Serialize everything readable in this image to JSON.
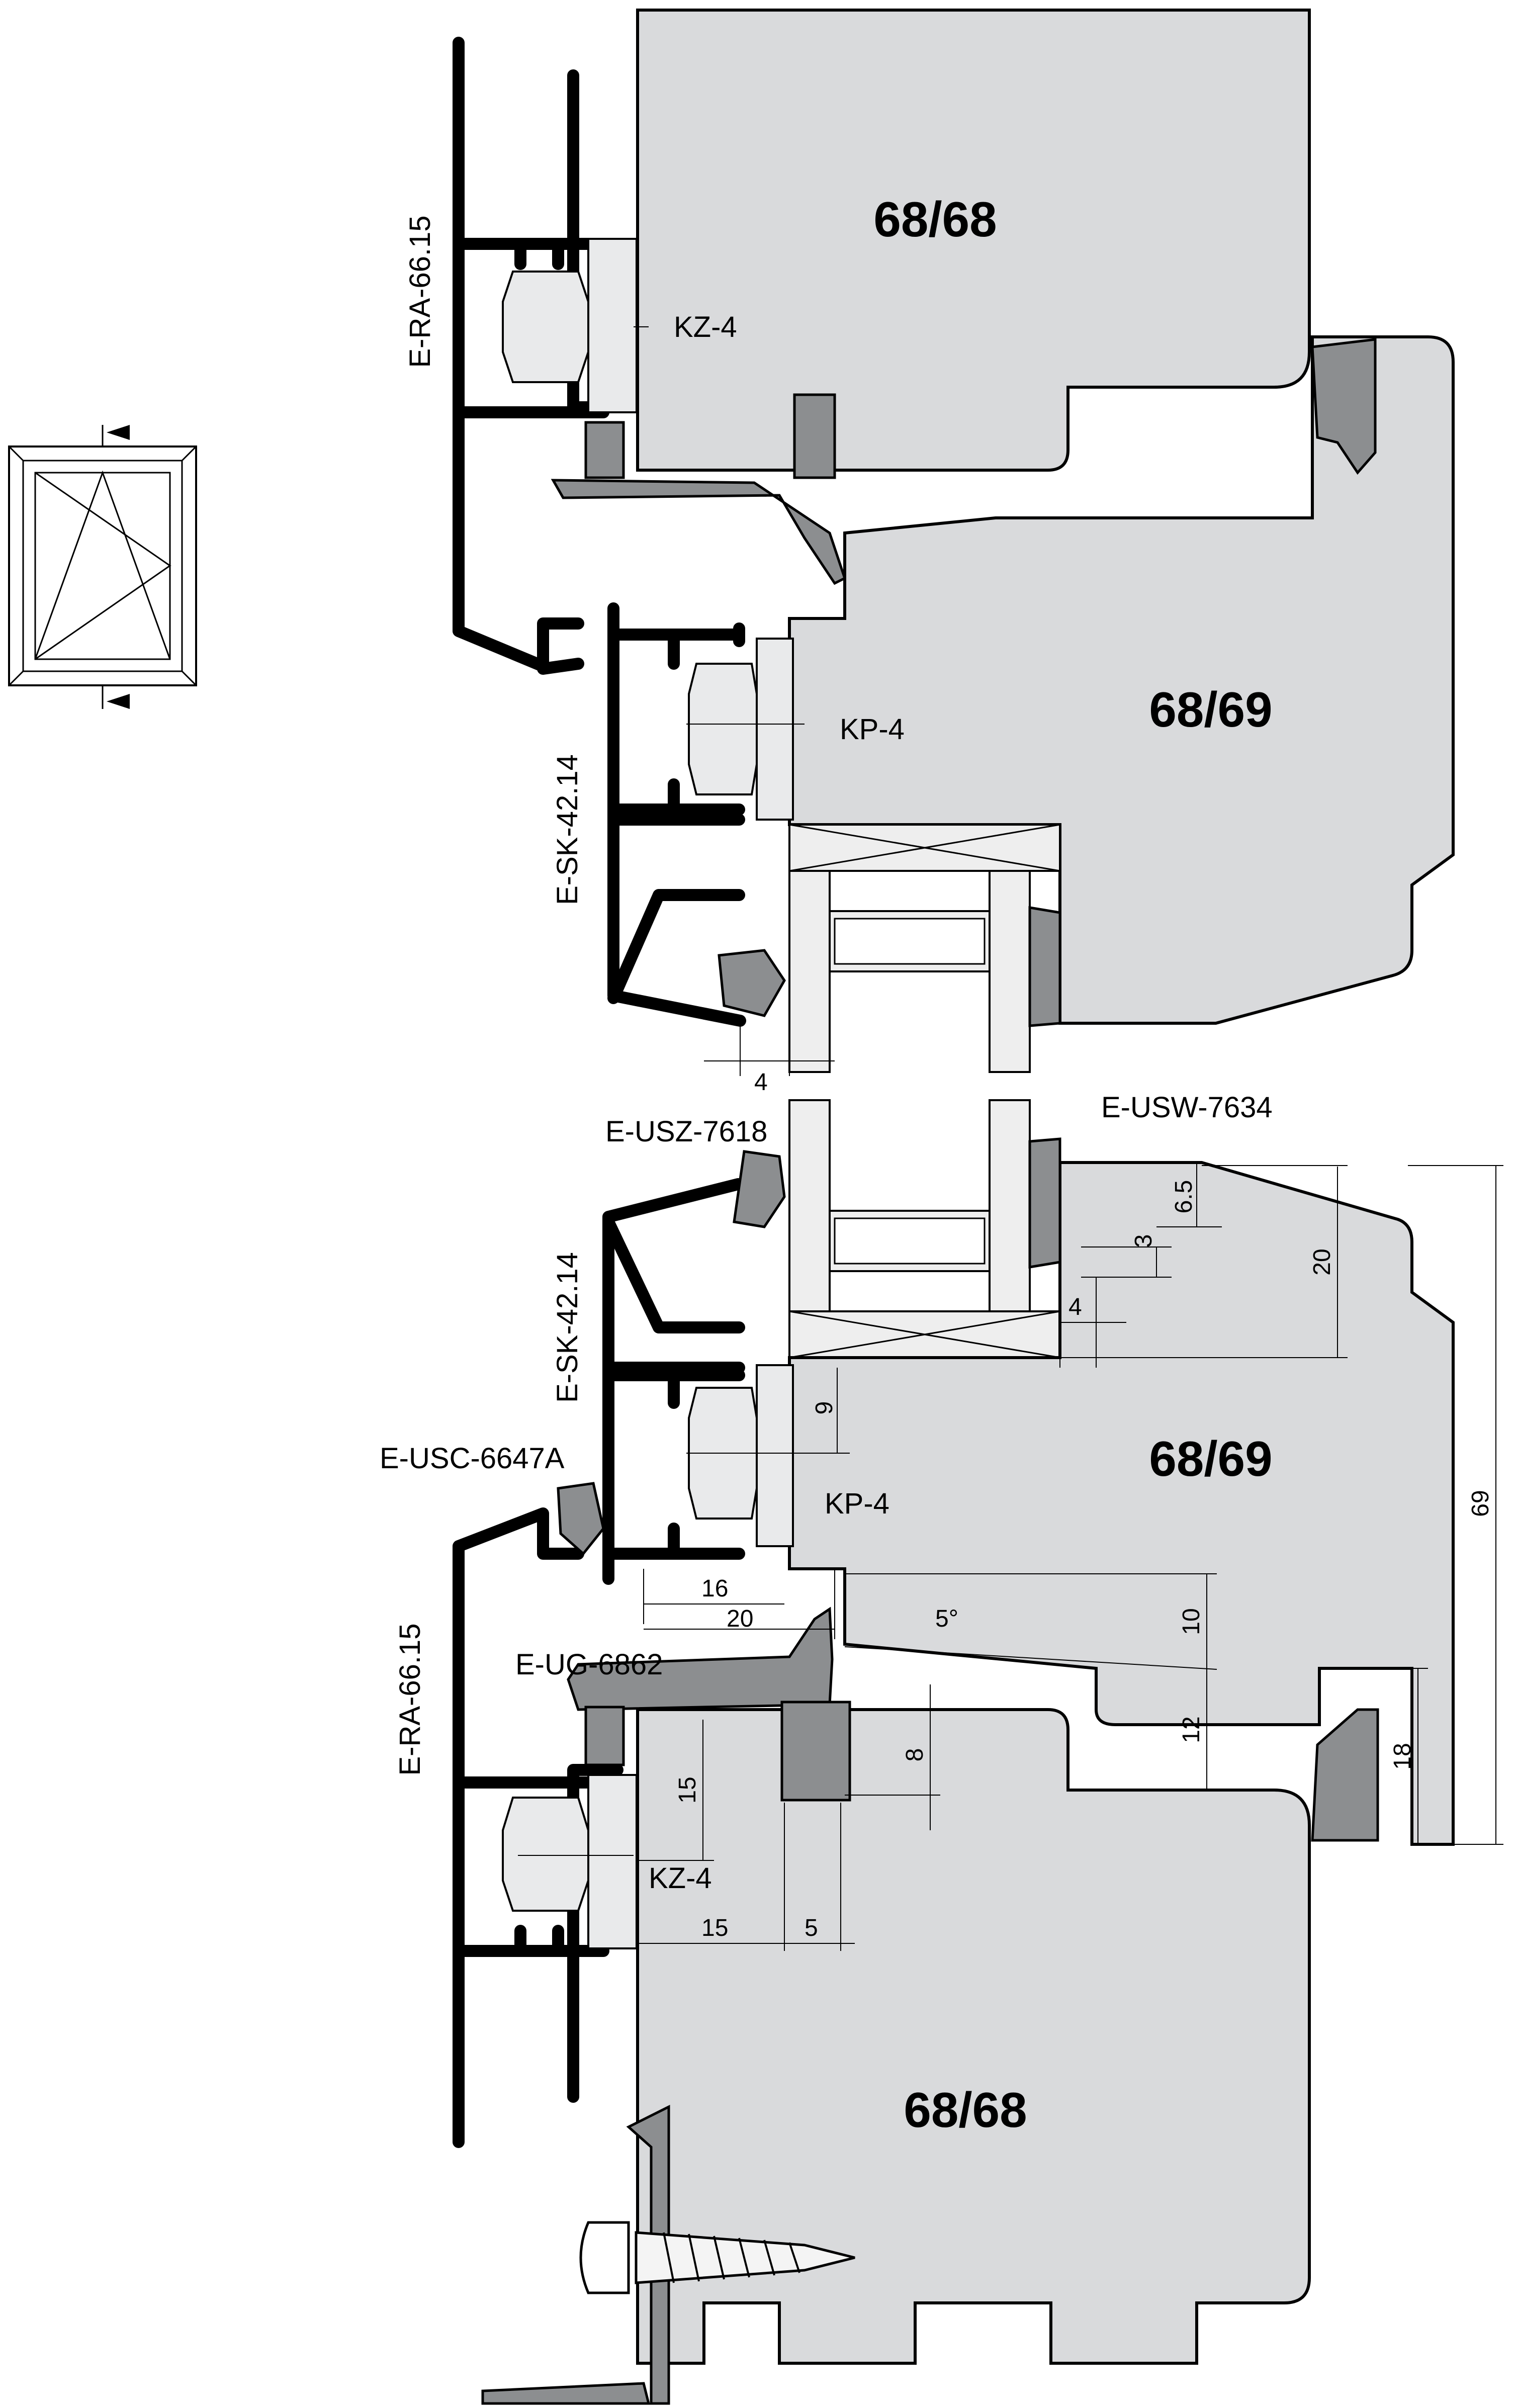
{
  "colors": {
    "wood": "#d9dadc",
    "gasket": "#8c8e90",
    "aluminium": "#000000",
    "background": "#ffffff"
  },
  "icons": {
    "window_symbol": "tilt-turn-window-icon"
  },
  "labels": {
    "wood_top_frame": "68/68",
    "wood_top_sash": "68/69",
    "wood_bottom_sash": "68/69",
    "wood_bottom_frame": "68/68",
    "cover_top": "E-RA-66.15",
    "cover_bottom": "E-RA-66.15",
    "sash_cover_top": "E-SK-42.14",
    "sash_cover_bottom": "E-SK-42.14",
    "clip_kz_top": "KZ-4",
    "clip_kz_bottom": "KZ-4",
    "clip_kp_top": "KP-4",
    "clip_kp_bottom": "KP-4",
    "seal_usz": "E-USZ-7618",
    "seal_usw": "E-USW-7634",
    "seal_usc": "E-USC-6647A",
    "seal_ug": "E-UG-6862"
  },
  "dimensions": {
    "glass_offset": "4",
    "groove_depth": "6.5",
    "groove_step": "3",
    "rebate_height": "20",
    "rebate_width": "4",
    "total_height": "69",
    "clip_offset": "9",
    "cover_width": "16",
    "sash_width": "20",
    "slope_angle": "5°",
    "slope_drop": "10",
    "overlap": "12",
    "gasket_depth": "8",
    "seal_height": "18",
    "frame_rebate_height": "15",
    "frame_rebate_width": "15",
    "groove_width": "5"
  }
}
